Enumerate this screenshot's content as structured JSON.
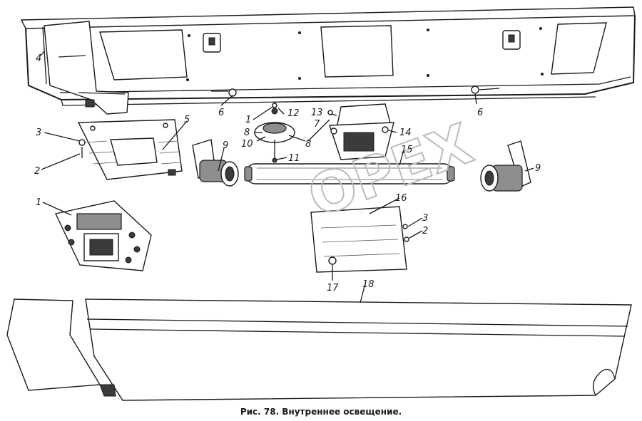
{
  "caption": "Рис. 78. Внутреннее освещение.",
  "watermark": "OPEX",
  "callouts": [
    {
      "id": "c4",
      "text": "4"
    },
    {
      "id": "c6a",
      "text": "6"
    },
    {
      "id": "c6b",
      "text": "6"
    },
    {
      "id": "c1a",
      "text": "1"
    },
    {
      "id": "c12",
      "text": "12"
    },
    {
      "id": "c13",
      "text": "13"
    },
    {
      "id": "c7",
      "text": "7"
    },
    {
      "id": "c8a",
      "text": "8"
    },
    {
      "id": "c8b",
      "text": "8"
    },
    {
      "id": "c14",
      "text": "14"
    },
    {
      "id": "c10",
      "text": "10"
    },
    {
      "id": "c11",
      "text": "11"
    },
    {
      "id": "c3a",
      "text": "3"
    },
    {
      "id": "c5",
      "text": "5"
    },
    {
      "id": "c2a",
      "text": "2"
    },
    {
      "id": "c9a",
      "text": "9"
    },
    {
      "id": "c15",
      "text": "15"
    },
    {
      "id": "c9b",
      "text": "9"
    },
    {
      "id": "c1b",
      "text": "1"
    },
    {
      "id": "c16",
      "text": "16"
    },
    {
      "id": "c3b",
      "text": "3"
    },
    {
      "id": "c2b",
      "text": "2"
    },
    {
      "id": "c17",
      "text": "17"
    },
    {
      "id": "c18",
      "text": "18"
    }
  ]
}
